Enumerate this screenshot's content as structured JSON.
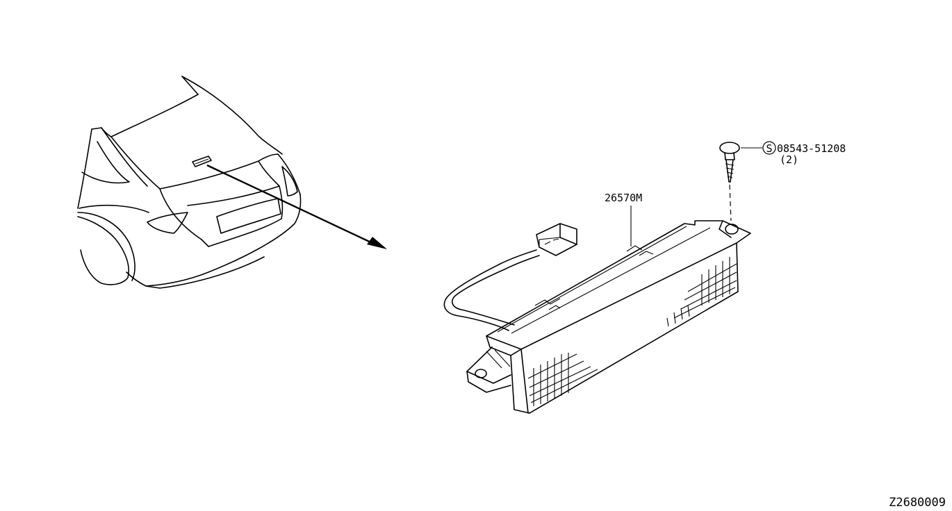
{
  "part_label": "26570M",
  "screw_symbol": "S",
  "screw_part": "08543-51208",
  "screw_qty": "(2)",
  "diagram_code": "Z2680009",
  "icons": [
    "car-rear-view",
    "high-mount-stop-lamp",
    "screw-icon",
    "pointer-arrow"
  ]
}
